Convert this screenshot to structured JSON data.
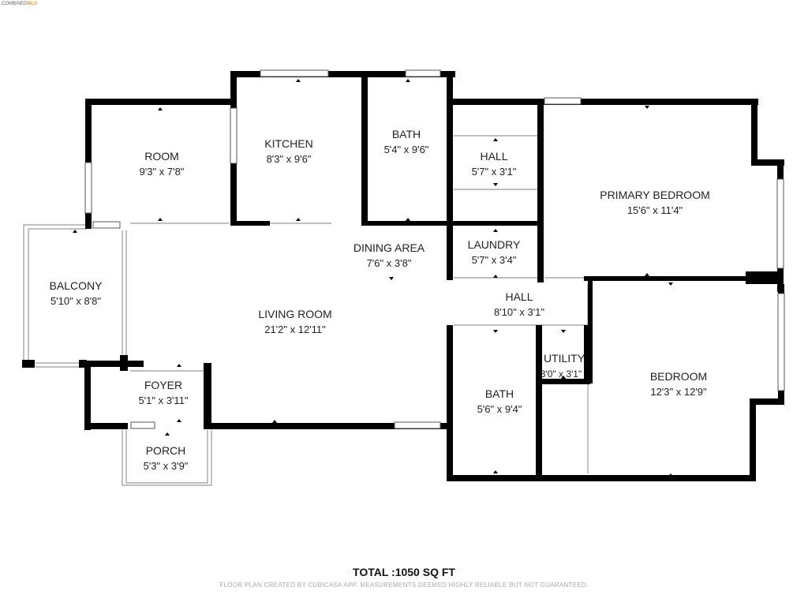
{
  "watermark": {
    "text": "COMBINED",
    "brand": "MLS"
  },
  "rooms": {
    "room": {
      "name": "ROOM",
      "dims": "9'3\" x 7'8\""
    },
    "kitchen": {
      "name": "KITCHEN",
      "dims": "8'3\" x 9'6\""
    },
    "bath_upper": {
      "name": "BATH",
      "dims": "5'4\" x 9'6\""
    },
    "hall_upper": {
      "name": "HALL",
      "dims": "5'7\" x 3'1\""
    },
    "primary_bedroom": {
      "name": "PRIMARY BEDROOM",
      "dims": "15'6\" x 11'4\""
    },
    "dining_area": {
      "name": "DINING AREA",
      "dims": "7'6\" x 3'8\""
    },
    "laundry": {
      "name": "LAUNDRY",
      "dims": "5'7\" x 3'4\""
    },
    "balcony": {
      "name": "BALCONY",
      "dims": "5'10\" x 8'8\""
    },
    "living_room": {
      "name": "LIVING ROOM",
      "dims": "21'2\" x 12'11\""
    },
    "hall_lower": {
      "name": "HALL",
      "dims": "8'10\" x 3'1\""
    },
    "utility": {
      "name": "UTILITY",
      "dims": "3'0\" x 3'1\""
    },
    "bedroom": {
      "name": "BEDROOM",
      "dims": "12'3\" x 12'9\""
    },
    "foyer": {
      "name": "FOYER",
      "dims": "5'1\" x 3'11\""
    },
    "bath_lower": {
      "name": "BATH",
      "dims": "5'6\" x 9'4\""
    },
    "porch": {
      "name": "PORCH",
      "dims": "5'3\" x 3'9\""
    }
  },
  "total_area": "TOTAL :1050 SQ FT",
  "disclaimer": "FLOOR PLAN CREATED BY CUBICASA APP. MEASUREMENTS DEEMED HIGHLY RELIABLE BUT NOT GUARANTEED."
}
